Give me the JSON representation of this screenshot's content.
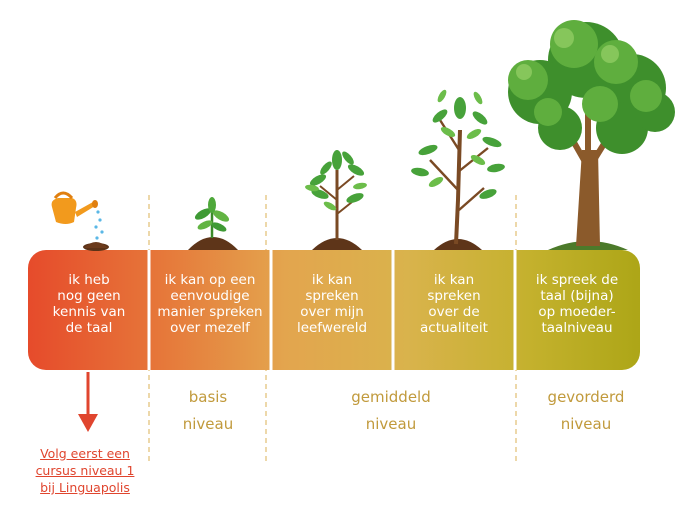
{
  "stages": [
    {
      "label": "ik heb\nnog geen\nkennis van\nde taal",
      "color": "#e64b2b"
    },
    {
      "label": "ik kan op een\neenvoudige\nmanier spreken\nover mezelf",
      "color": "#e78a3d"
    },
    {
      "label": "ik kan\nspreken\nover mijn\nleefwereld",
      "color": "#e0b14f"
    },
    {
      "label": "ik kan\nspreken\nover de\nactualiteit",
      "color": "#c9b234"
    },
    {
      "label": "ik spreek de\ntaal (bijna)\nop moeder-\ntaalniveau",
      "color": "#b0a719"
    }
  ],
  "levels": {
    "basis": "basis\nniveau",
    "gemiddeld": "gemiddeld\nniveau",
    "gevorderd": "gevorderd\nniveau"
  },
  "link_text": "Volg eerst een\ncursus niveau 1\nbij Linguapolis",
  "colors": {
    "level_text": "#c19a3c",
    "arrow": "#e0452e",
    "divider": "#e3c27c"
  },
  "icons": [
    "watering-can",
    "seedling",
    "small-tree",
    "medium-tree",
    "large-tree"
  ]
}
